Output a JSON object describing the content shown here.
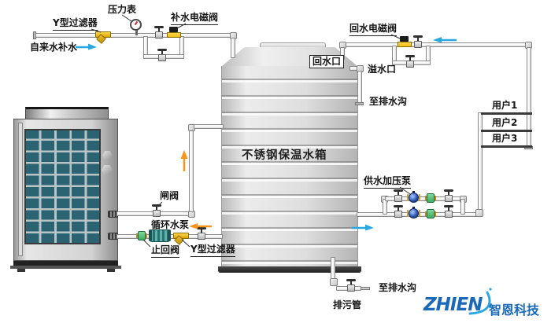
{
  "diagram": {
    "tank_label": "不锈钢保温水箱",
    "supply_line": {
      "source_label": "自来水补水",
      "filter_label": "Y型过滤器",
      "gauge_label": "压力表",
      "solenoid_label": "补水电磁阀"
    },
    "return_line": {
      "solenoid_label": "回水电磁阀",
      "port_label": "回水口",
      "overflow_label": "溢水口",
      "overflow_drain_label": "至排水沟"
    },
    "heat_pump_loop": {
      "gate_valve_label": "闸阀",
      "pump_label": "循环水泵",
      "check_valve_label": "止回阀",
      "filter_label": "Y型过滤器"
    },
    "distribution": {
      "booster_label": "供水加压泵",
      "users": [
        {
          "label": "用户1"
        },
        {
          "label": "用户2"
        },
        {
          "label": "用户3"
        }
      ]
    },
    "drain": {
      "pipe_label": "排污管",
      "drain_label": "至排水沟"
    },
    "logo": {
      "name": "ZHIEN",
      "cn": "智恩科技"
    }
  },
  "colors": {
    "pipe_line": "#8a8a8a",
    "arrow_blue": "#29a8e0",
    "arrow_orange": "#f7941d",
    "valve_yellow": "#f0c11a",
    "solenoid_cap": "#1d1d1d",
    "check_green": "#3fae62",
    "pump_blue": "#2f55b4",
    "pump_teal": "#2a716f",
    "grille_teal": "#2b6372",
    "logo_blue": "#1b6ab8"
  }
}
